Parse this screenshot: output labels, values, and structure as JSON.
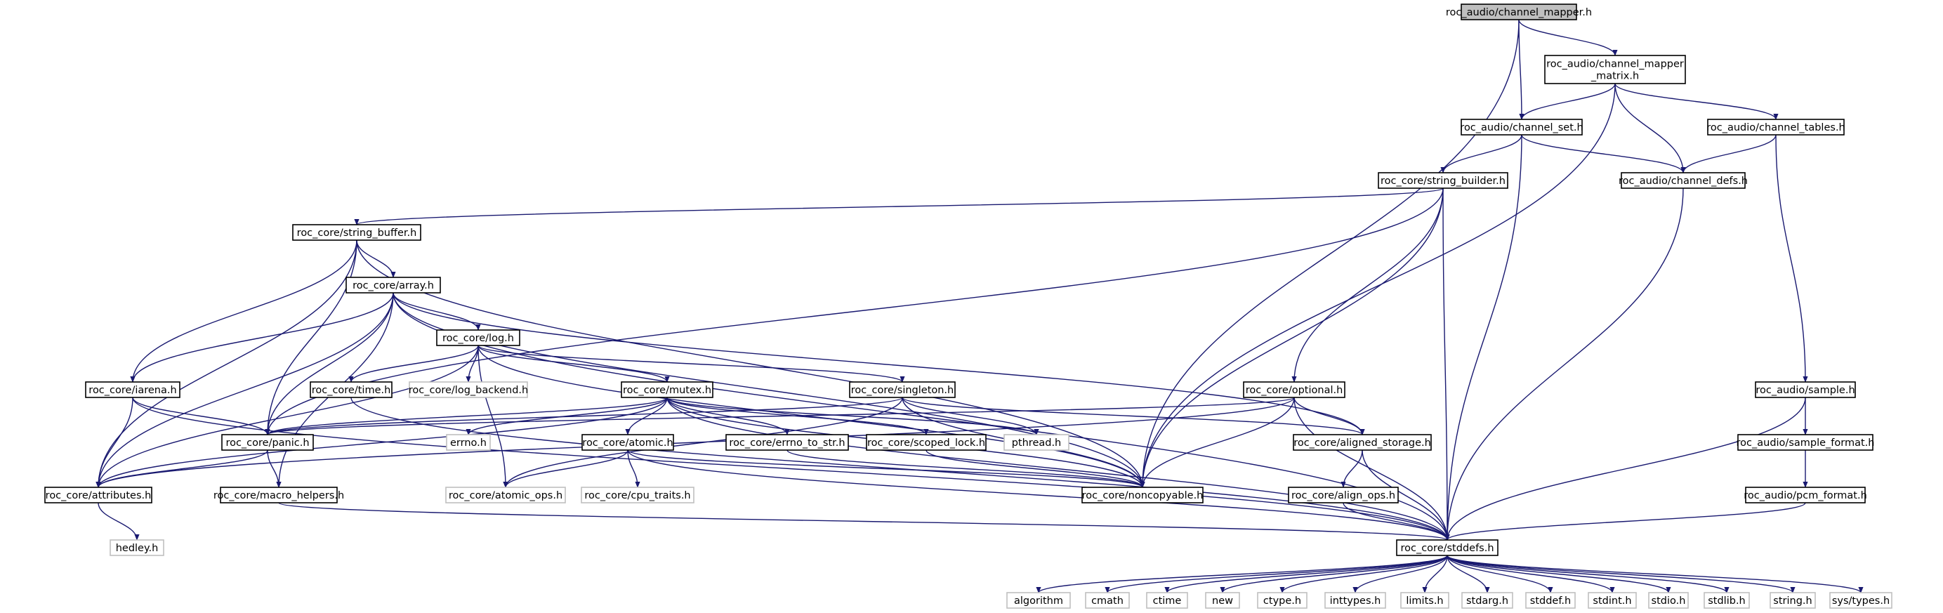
{
  "diagram": {
    "type": "include-dependency-graph",
    "colors": {
      "edge": "#191970",
      "root_fill": "#bfbfbf",
      "node_border": "#000000",
      "external_border": "#bfbfbf"
    },
    "nodes": [
      {
        "id": "root",
        "label": "roc_audio/channel_mapper.h",
        "style": "root"
      },
      {
        "id": "cmm",
        "label": [
          "roc_audio/channel_mapper",
          "_matrix.h"
        ],
        "style": "normal"
      },
      {
        "id": "cset",
        "label": "roc_audio/channel_set.h",
        "style": "normal"
      },
      {
        "id": "ctab",
        "label": "roc_audio/channel_tables.h",
        "style": "normal"
      },
      {
        "id": "sb",
        "label": "roc_core/string_builder.h",
        "style": "normal"
      },
      {
        "id": "cdefs",
        "label": "roc_audio/channel_defs.h",
        "style": "normal"
      },
      {
        "id": "sbuf",
        "label": "roc_core/string_buffer.h",
        "style": "normal"
      },
      {
        "id": "arr",
        "label": "roc_core/array.h",
        "style": "normal"
      },
      {
        "id": "log",
        "label": "roc_core/log.h",
        "style": "normal"
      },
      {
        "id": "iarena",
        "label": "roc_core/iarena.h",
        "style": "normal"
      },
      {
        "id": "time",
        "label": "roc_core/time.h",
        "style": "normal"
      },
      {
        "id": "logb",
        "label": "roc_core/log_backend.h",
        "style": "external"
      },
      {
        "id": "mutex",
        "label": "roc_core/mutex.h",
        "style": "normal"
      },
      {
        "id": "singleton",
        "label": "roc_core/singleton.h",
        "style": "normal"
      },
      {
        "id": "optional",
        "label": "roc_core/optional.h",
        "style": "normal"
      },
      {
        "id": "sample",
        "label": "roc_audio/sample.h",
        "style": "normal"
      },
      {
        "id": "panic",
        "label": "roc_core/panic.h",
        "style": "normal"
      },
      {
        "id": "errno",
        "label": "errno.h",
        "style": "external"
      },
      {
        "id": "atomic",
        "label": "roc_core/atomic.h",
        "style": "normal"
      },
      {
        "id": "errnostr",
        "label": "roc_core/errno_to_str.h",
        "style": "normal"
      },
      {
        "id": "slock",
        "label": "roc_core/scoped_lock.h",
        "style": "normal"
      },
      {
        "id": "pthread",
        "label": "pthread.h",
        "style": "external"
      },
      {
        "id": "aligned",
        "label": "roc_core/aligned_storage.h",
        "style": "normal"
      },
      {
        "id": "sfmt",
        "label": "roc_audio/sample_format.h",
        "style": "normal"
      },
      {
        "id": "attr",
        "label": "roc_core/attributes.h",
        "style": "normal"
      },
      {
        "id": "macro",
        "label": "roc_core/macro_helpers.h",
        "style": "normal"
      },
      {
        "id": "atomops",
        "label": "roc_core/atomic_ops.h",
        "style": "external"
      },
      {
        "id": "cputr",
        "label": "roc_core/cpu_traits.h",
        "style": "external"
      },
      {
        "id": "noncopy",
        "label": "roc_core/noncopyable.h",
        "style": "normal"
      },
      {
        "id": "alignops",
        "label": "roc_core/align_ops.h",
        "style": "normal"
      },
      {
        "id": "pcm",
        "label": "roc_audio/pcm_format.h",
        "style": "normal"
      },
      {
        "id": "hedley",
        "label": "hedley.h",
        "style": "external"
      },
      {
        "id": "stddefs",
        "label": "roc_core/stddefs.h",
        "style": "normal"
      },
      {
        "id": "algorithm",
        "label": "algorithm",
        "style": "external"
      },
      {
        "id": "cmath",
        "label": "cmath",
        "style": "external"
      },
      {
        "id": "ctime",
        "label": "ctime",
        "style": "external"
      },
      {
        "id": "new",
        "label": "new",
        "style": "external"
      },
      {
        "id": "ctype",
        "label": "ctype.h",
        "style": "external"
      },
      {
        "id": "inttypes",
        "label": "inttypes.h",
        "style": "external"
      },
      {
        "id": "limits",
        "label": "limits.h",
        "style": "external"
      },
      {
        "id": "stdarg",
        "label": "stdarg.h",
        "style": "external"
      },
      {
        "id": "stddef",
        "label": "stddef.h",
        "style": "external"
      },
      {
        "id": "stdint",
        "label": "stdint.h",
        "style": "external"
      },
      {
        "id": "stdio",
        "label": "stdio.h",
        "style": "external"
      },
      {
        "id": "stdlib",
        "label": "stdlib.h",
        "style": "external"
      },
      {
        "id": "string",
        "label": "string.h",
        "style": "external"
      },
      {
        "id": "systypes",
        "label": "sys/types.h",
        "style": "external"
      }
    ],
    "edges": [
      [
        "root",
        "cmm"
      ],
      [
        "root",
        "cset"
      ],
      [
        "root",
        "noncopy"
      ],
      [
        "cmm",
        "cset"
      ],
      [
        "cmm",
        "ctab"
      ],
      [
        "cmm",
        "cdefs"
      ],
      [
        "cmm",
        "noncopy"
      ],
      [
        "cset",
        "sb"
      ],
      [
        "cset",
        "cdefs"
      ],
      [
        "cset",
        "stddefs"
      ],
      [
        "ctab",
        "cdefs"
      ],
      [
        "ctab",
        "sample"
      ],
      [
        "cdefs",
        "stddefs"
      ],
      [
        "sb",
        "sbuf"
      ],
      [
        "sb",
        "optional"
      ],
      [
        "sb",
        "panic"
      ],
      [
        "sb",
        "noncopy"
      ],
      [
        "sb",
        "stddefs"
      ],
      [
        "sbuf",
        "arr"
      ],
      [
        "sbuf",
        "iarena"
      ],
      [
        "sbuf",
        "panic"
      ],
      [
        "sbuf",
        "attr"
      ],
      [
        "sbuf",
        "noncopy"
      ],
      [
        "arr",
        "log"
      ],
      [
        "arr",
        "iarena"
      ],
      [
        "arr",
        "panic"
      ],
      [
        "arr",
        "attr"
      ],
      [
        "arr",
        "noncopy"
      ],
      [
        "arr",
        "aligned"
      ],
      [
        "arr",
        "stddefs"
      ],
      [
        "arr",
        "macro"
      ],
      [
        "log",
        "time"
      ],
      [
        "log",
        "logb"
      ],
      [
        "log",
        "mutex"
      ],
      [
        "log",
        "singleton"
      ],
      [
        "log",
        "attr"
      ],
      [
        "log",
        "noncopy"
      ],
      [
        "log",
        "atomops"
      ],
      [
        "iarena",
        "panic"
      ],
      [
        "iarena",
        "attr"
      ],
      [
        "iarena",
        "stddefs"
      ],
      [
        "time",
        "stddefs"
      ],
      [
        "mutex",
        "atomic"
      ],
      [
        "mutex",
        "errnostr"
      ],
      [
        "mutex",
        "slock"
      ],
      [
        "mutex",
        "pthread"
      ],
      [
        "mutex",
        "errno"
      ],
      [
        "mutex",
        "panic"
      ],
      [
        "mutex",
        "attr"
      ],
      [
        "mutex",
        "noncopy"
      ],
      [
        "mutex",
        "stddefs"
      ],
      [
        "singleton",
        "aligned"
      ],
      [
        "singleton",
        "atomops"
      ],
      [
        "singleton",
        "panic"
      ],
      [
        "singleton",
        "noncopy"
      ],
      [
        "singleton",
        "pthread"
      ],
      [
        "optional",
        "aligned"
      ],
      [
        "optional",
        "panic"
      ],
      [
        "optional",
        "attr"
      ],
      [
        "optional",
        "noncopy"
      ],
      [
        "optional",
        "stddefs"
      ],
      [
        "sample",
        "sfmt"
      ],
      [
        "sample",
        "stddefs"
      ],
      [
        "panic",
        "attr"
      ],
      [
        "panic",
        "macro"
      ],
      [
        "atomic",
        "atomops"
      ],
      [
        "atomic",
        "cputr"
      ],
      [
        "atomic",
        "noncopy"
      ],
      [
        "atomic",
        "stddefs"
      ],
      [
        "errnostr",
        "noncopy"
      ],
      [
        "slock",
        "noncopy"
      ],
      [
        "aligned",
        "alignops"
      ],
      [
        "aligned",
        "stddefs"
      ],
      [
        "sfmt",
        "pcm"
      ],
      [
        "attr",
        "hedley"
      ],
      [
        "macro",
        "stddefs"
      ],
      [
        "alignops",
        "stddefs"
      ],
      [
        "pcm",
        "stddefs"
      ],
      [
        "stddefs",
        "algorithm"
      ],
      [
        "stddefs",
        "cmath"
      ],
      [
        "stddefs",
        "ctime"
      ],
      [
        "stddefs",
        "new"
      ],
      [
        "stddefs",
        "ctype"
      ],
      [
        "stddefs",
        "inttypes"
      ],
      [
        "stddefs",
        "limits"
      ],
      [
        "stddefs",
        "stdarg"
      ],
      [
        "stddefs",
        "stddef"
      ],
      [
        "stddefs",
        "stdint"
      ],
      [
        "stddefs",
        "stdio"
      ],
      [
        "stddefs",
        "stdlib"
      ],
      [
        "stddefs",
        "string"
      ],
      [
        "stddefs",
        "systypes"
      ]
    ]
  }
}
